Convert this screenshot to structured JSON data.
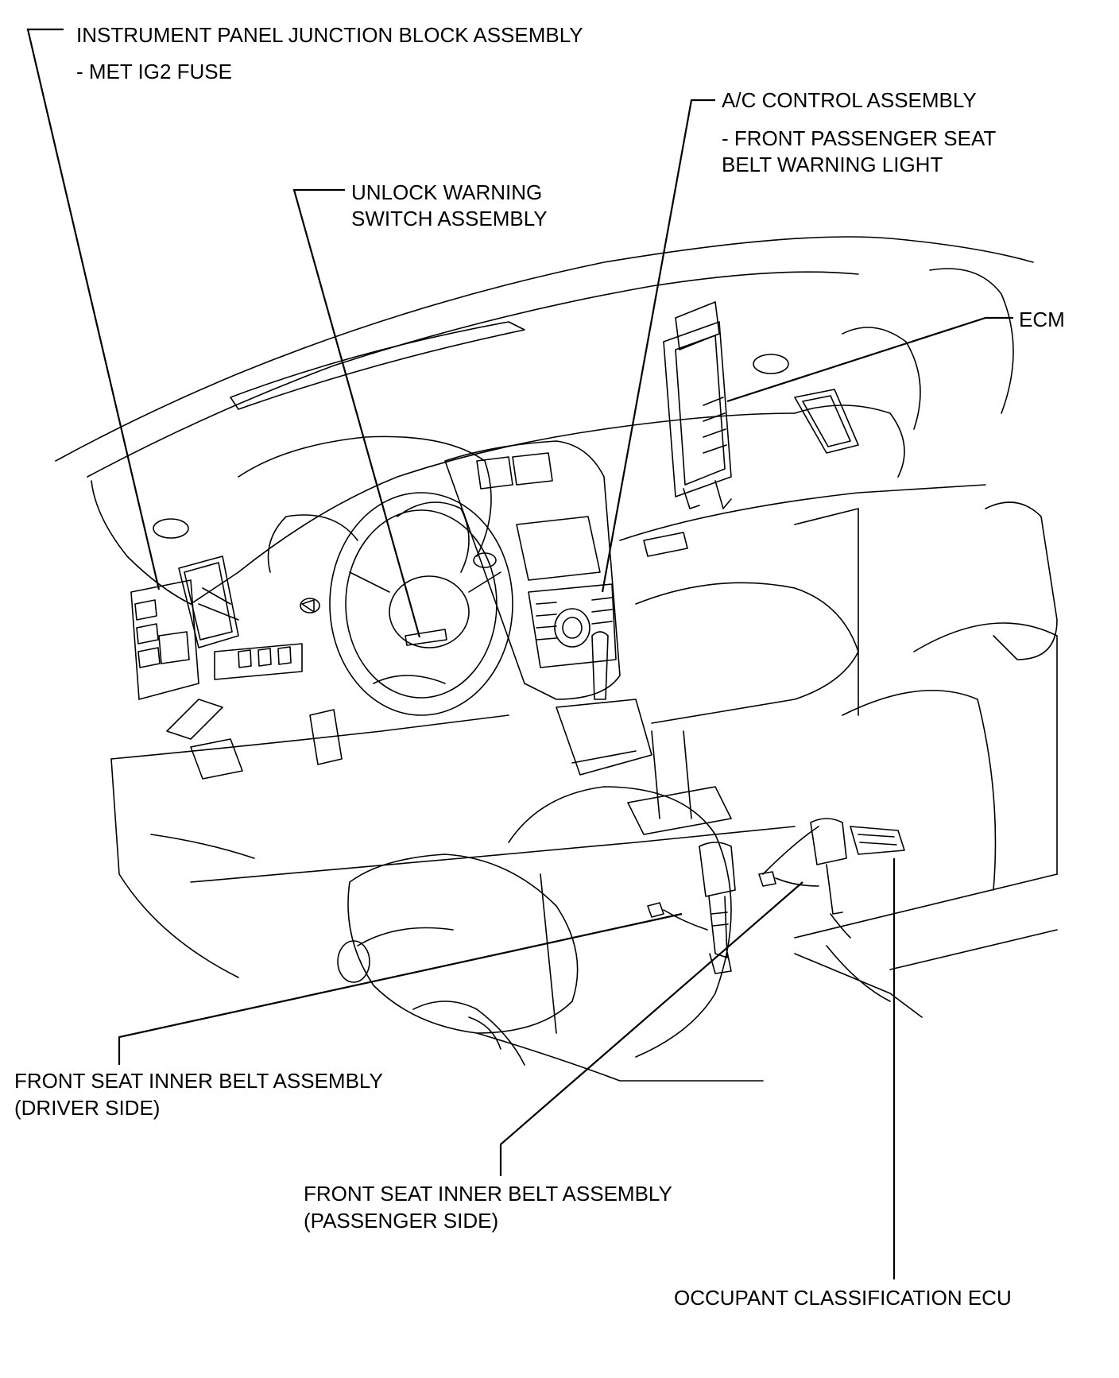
{
  "labels": {
    "ip_junction_block": "INSTRUMENT PANEL JUNCTION BLOCK ASSEMBLY",
    "ip_junction_block_sub": "- MET IG2 FUSE",
    "ac_control": "A/C CONTROL ASSEMBLY",
    "ac_control_sub_1": "- FRONT PASSENGER SEAT",
    "ac_control_sub_2": "BELT WARNING LIGHT",
    "unlock_switch_1": "UNLOCK WARNING",
    "unlock_switch_2": "SWITCH ASSEMBLY",
    "ecm": "ECM",
    "belt_driver_1": "FRONT SEAT INNER BELT ASSEMBLY",
    "belt_driver_2": "(DRIVER SIDE)",
    "belt_passenger_1": "FRONT SEAT INNER BELT ASSEMBLY",
    "belt_passenger_2": "(PASSENGER SIDE)",
    "occupant_ecu": "OCCUPANT CLASSIFICATION ECU"
  }
}
